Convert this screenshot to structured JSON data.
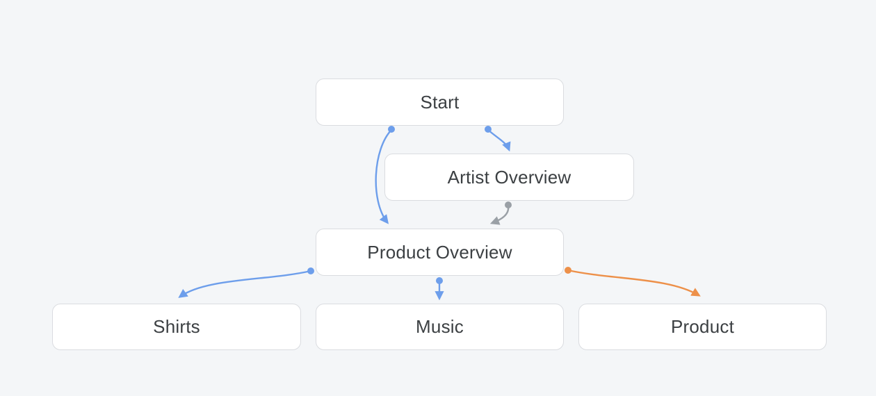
{
  "diagram": {
    "type": "flowchart",
    "nodes": [
      {
        "id": "start",
        "label": "Start"
      },
      {
        "id": "artist-overview",
        "label": "Artist Overview"
      },
      {
        "id": "product-overview",
        "label": "Product Overview"
      },
      {
        "id": "shirts",
        "label": "Shirts"
      },
      {
        "id": "music",
        "label": "Music"
      },
      {
        "id": "product",
        "label": "Product"
      }
    ],
    "edges": [
      {
        "from": "start",
        "to": "artist-overview",
        "color": "blue"
      },
      {
        "from": "start",
        "to": "product-overview",
        "color": "blue"
      },
      {
        "from": "artist-overview",
        "to": "product-overview",
        "color": "gray"
      },
      {
        "from": "product-overview",
        "to": "shirts",
        "color": "blue"
      },
      {
        "from": "product-overview",
        "to": "music",
        "color": "blue"
      },
      {
        "from": "product-overview",
        "to": "product",
        "color": "orange"
      }
    ]
  },
  "colors": {
    "canvas-bg": "#f4f6f8",
    "node-bg": "#ffffff",
    "node-border": "#dadce0",
    "node-text": "#3c4043",
    "edge-blue": "#6d9eeb",
    "edge-gray": "#9aa0a6",
    "edge-orange": "#ed9049"
  }
}
